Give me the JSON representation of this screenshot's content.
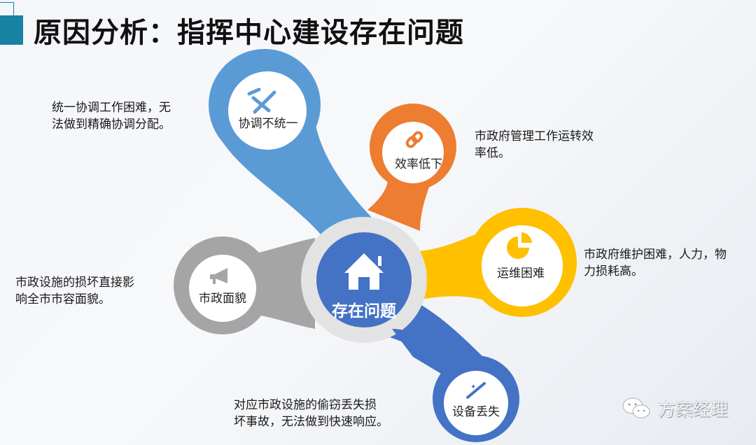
{
  "title": "原因分析：指挥中心建设存在问题",
  "center": {
    "label": "存在问题",
    "icon": "house-icon",
    "color": "#4472c4",
    "ring_color": "#e3e3e3"
  },
  "nodes": [
    {
      "id": "coordination",
      "label": "协调不统一",
      "icon": "tools-icon",
      "color": "#5b9bd5",
      "description": [
        "统一协调工作困难，无",
        "法做到精确协调分配。"
      ]
    },
    {
      "id": "efficiency",
      "label": "效率低下",
      "icon": "link-icon",
      "color": "#ed7d31",
      "description": [
        "市政府管理工作运转效",
        "率低。"
      ]
    },
    {
      "id": "maintenance",
      "label": "运维困难",
      "icon": "pie-chart-icon",
      "color": "#ffc000",
      "description": [
        "市政府维护困难，人力，物",
        "力损耗高。"
      ]
    },
    {
      "id": "appearance",
      "label": "市政面貌",
      "icon": "megaphone-icon",
      "color": "#a5a5a5",
      "description": [
        "市政设施的损坏直接影",
        "响全市市容面貌。"
      ]
    },
    {
      "id": "equipment_loss",
      "label": "设备丢失",
      "icon": "magic-wand-icon",
      "color": "#4472c4",
      "description": [
        "对应市政设施的偷窃丢失损",
        "坏事故，无法做到快速响应。"
      ]
    }
  ],
  "watermark": {
    "icon": "wechat-icon",
    "text": "方案经理"
  },
  "accent_color": "#1683a3"
}
